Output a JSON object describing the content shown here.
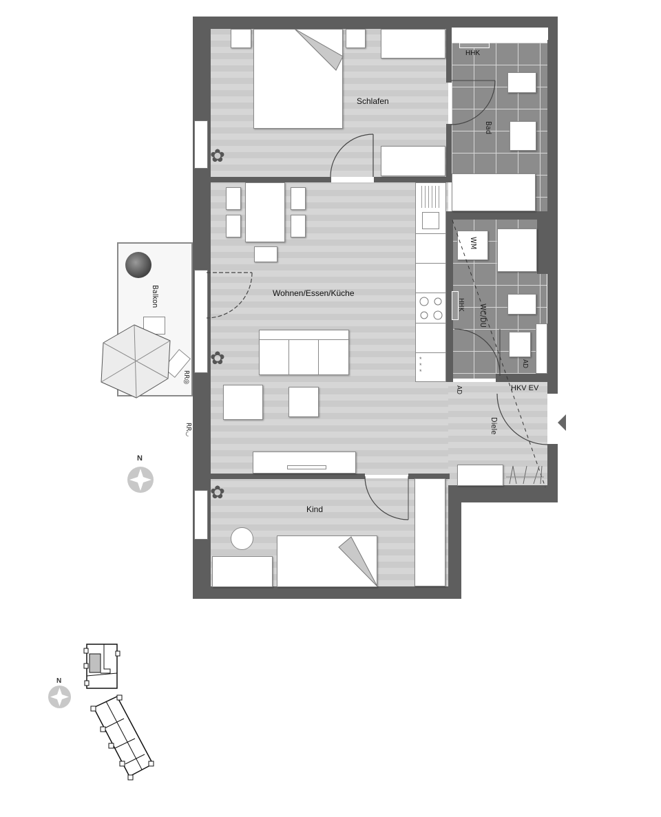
{
  "rooms": {
    "schlafen": "Schlafen",
    "bad": "Bad",
    "wohnen": "Wohnen/Essen/Küche",
    "wc": "WC/DU",
    "balkon": "Balkon",
    "diele": "Diele",
    "kind": "Kind"
  },
  "annotations": {
    "hhk_bad": "HHK",
    "hhk_wc": "HHK",
    "wm": "WM",
    "ad_wc": "AD",
    "ad_diele": "AD",
    "hkv_ev": "HKV EV",
    "rr_balkon": "RR◎",
    "rr_outside": "RR◡"
  },
  "compass": {
    "main_label": "N",
    "site_label": "N"
  },
  "colors": {
    "wall": "#5e5e5e",
    "floor": "#d3d3d3",
    "tile": "#8c8c8c",
    "compass": "#c8c8c8",
    "highlight_unit": "#c0c0c0"
  }
}
